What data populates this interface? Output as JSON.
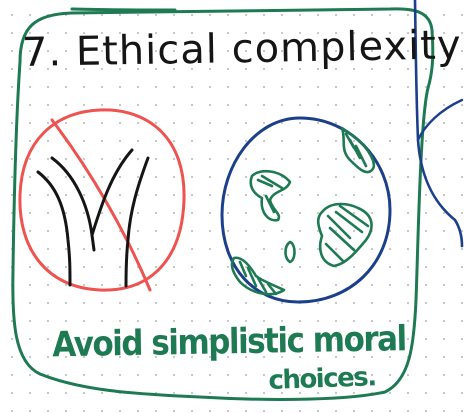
{
  "note": {
    "title": "7. Ethical complexity",
    "caption_line1": "Avoid simplistic moral",
    "caption_line2": "choices."
  },
  "icons": [
    {
      "name": "crossed-out-fork-icon"
    },
    {
      "name": "globe-icon"
    }
  ],
  "colors": {
    "frame": "#1d7a52",
    "ink": "#151515",
    "crossout": "#ef5350",
    "globe_outline": "#1b3f8b",
    "land": "#1d7a52",
    "divider": "#1b3f8b",
    "grid_dots": "#c9c9c9"
  }
}
